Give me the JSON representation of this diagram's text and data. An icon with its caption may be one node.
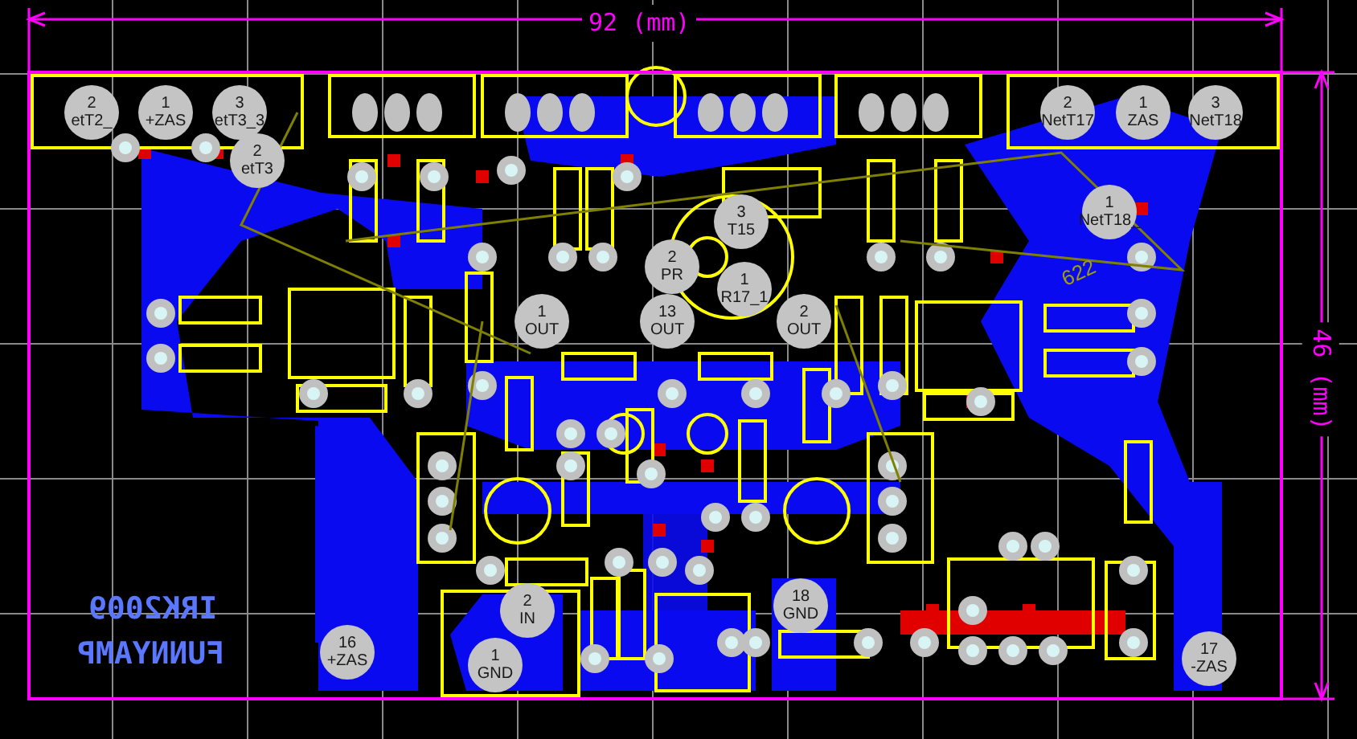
{
  "diagram": {
    "nodes": [
      {
        "text": [
          "2",
          "etT2_"
        ]
      },
      {
        "text": [
          "1",
          "+ZAS"
        ]
      },
      {
        "text": [
          "3",
          "etT3_3"
        ]
      },
      {
        "text": [
          "2",
          "etT3"
        ]
      },
      {
        "text": [
          "2",
          "NetT17"
        ]
      },
      {
        "text": [
          "1",
          "ZAS"
        ]
      },
      {
        "text": [
          "3",
          "NetT18"
        ]
      },
      {
        "text": [
          "1",
          "NetT18_"
        ]
      },
      {
        "text": [
          "3",
          "T15"
        ]
      },
      {
        "text": [
          "2",
          "PR"
        ]
      },
      {
        "text": [
          "1",
          "R17_1"
        ]
      },
      {
        "text": [
          "1",
          "OUT"
        ]
      },
      {
        "text": [
          "13",
          "OUT"
        ]
      },
      {
        "text": [
          "2",
          "OUT"
        ]
      },
      {
        "text": [
          "2",
          "IN"
        ]
      },
      {
        "text": [
          "1",
          "GND"
        ]
      },
      {
        "text": [
          "18",
          "GND"
        ]
      },
      {
        "text": [
          "16",
          "+ZAS"
        ]
      },
      {
        "text": [
          "17",
          "-ZAS"
        ]
      }
    ],
    "labels": [
      "92 (mm)",
      "46 (mm)",
      "622",
      "IRK2009",
      "FUNNYAMP"
    ]
  }
}
